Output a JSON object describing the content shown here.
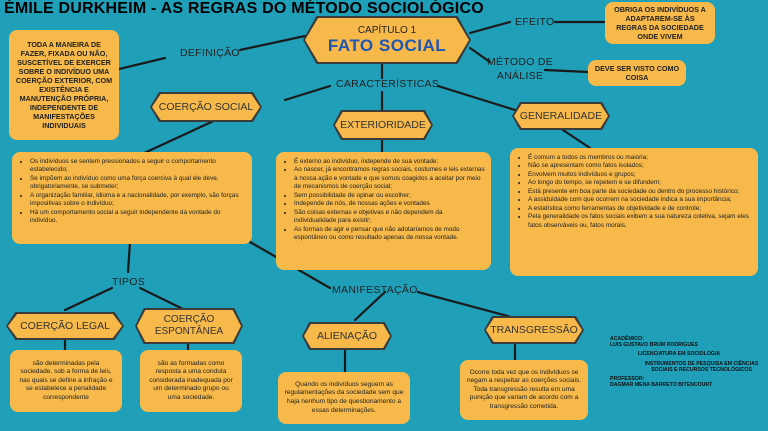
{
  "title": "ÉMILE DURKHEIM - AS REGRAS DO MÉTODO SOCIOLÓGICO",
  "center": {
    "chapter": "CAPÍTULO 1",
    "topic": "FATO SOCIAL"
  },
  "labels": {
    "definicao": "DEFINIÇÃO",
    "efeito": "EFEITO",
    "metodo": "MÉTODO DE\nANÁLISE",
    "caracteristicas": "CARACTERÍSTICAS",
    "tipos": "TIPOS",
    "manifestacao": "MANIFESTAÇÃO"
  },
  "definition_text": "TODA A MANEIRA DE FAZER, FIXADA OU NÃO, SUSCETÍVEL DE EXERCER SOBRE O INDIVÍDUO UMA COERÇÃO EXTERIOR, COM EXISTÊNCIA E MANUTENÇÃO PRÓPRIA, INDEPENDENTE DE MANIFESTAÇÕES INDIVIDUAIS",
  "effect_text": "OBRIGA OS INDIVÍDUOS A ADAPTAREM-SE ÀS REGRAS DA SOCIEDADE ONDE VIVEM",
  "method_text": "DEVE SER VISTO COMO COISA",
  "characteristics": {
    "coercao": "COERÇÃO SOCIAL",
    "exterioridade": "EXTERIORIDADE",
    "generalidade": "GENERALIDADE"
  },
  "coercao_items": [
    "Os indivíduos se sentem pressionados a seguir o comportamento estabelecido;",
    "Se impõem ao indivíduo como uma força coerciva à qual ele deve, obrigatoriamente, se submeter;",
    "A organização familiar, idioma e a nacionalidade, por exemplo, são forças impositivas sobre o indivíduo;",
    "Há um comportamento social a seguir independente da vontade do indivíduo."
  ],
  "exterioridade_items": [
    "É externo ao indivíduo, independe de sua vontade;",
    "Ao nascer, já encontramos regras sociais, costumes e leis externas à nossa ação e vontade e que somos coagidos a aceitar por meio de mecanismos de coerção social;",
    "Sem possibilidade de opinar ou escolher;",
    "Independe de nós, de nossas ações e vontades",
    "São coisas externas e objetivas e não dependem da individualidade para existir;",
    "As formas de agir e pensar que não adotaríamos de modo espontâneo ou como resultado apenas de nossa vontade."
  ],
  "generalidade_items": [
    "É comum a todos os membros ou maioria;",
    "Não se apresentam como fatos isolados;",
    "Envolvem muitos indivíduos e grupos;",
    "Ao longo do tempo, se repetem e se difundem;",
    "Está presente em boa parte da sociedade ou dentro do processo histórico;",
    "A assiduidade com que ocorrem na sociedade indica a sua importância;",
    "A estatística como ferramentas de objetividade e de controle;",
    "Pela generalidade os fatos sociais exibem a sua natureza coletiva, sejam eles fatos observáveis ou, fatos morais."
  ],
  "tipos": {
    "legal": "COERÇÃO LEGAL",
    "espontanea": "COERÇÃO\nESPONTÂNEA",
    "legal_text": "são determinadas pela sociedade, sob a forma de leis, nas quais se define a infração e se estabelece a penalidade correspondente",
    "espontanea_text": "são as formadas como resposta a uma conduta considerada inadequada por um determinado grupo ou uma sociedade."
  },
  "manifestacao": {
    "alienacao": "ALIENAÇÃO",
    "transgressao": "TRANSGRESSÃO",
    "alienacao_text": "Quando os indivíduos seguem as regulamentações da sociedade sem que haja nenhum tipo de questionamento a essas determinações.",
    "transgressao_text": "Ocorre toda vez que os indivíduos se negam a respeitar as coerções sociais. Toda transgressão resulta em uma punição que variam de acordo com a transgressão cometida."
  },
  "credits": [
    "ACADÊMICO:\nLUIS GUSTAVO BRUM RODRIGUES",
    "LICENCIATURA EM SOCIOLOGIA",
    "INSTRUMENTOS DE PESQUISA EM CIÊNCIAS SOCIAIS E RECURSOS TECNOLÓGICOS",
    "PROFESSOR:\nDAGMAR MENA BARRETO BITENCOURT"
  ],
  "colors": {
    "background": "#1f9fb8",
    "box": "#f6b94a",
    "accent_blue": "#1d56b5",
    "line": "#1a1a1a"
  }
}
